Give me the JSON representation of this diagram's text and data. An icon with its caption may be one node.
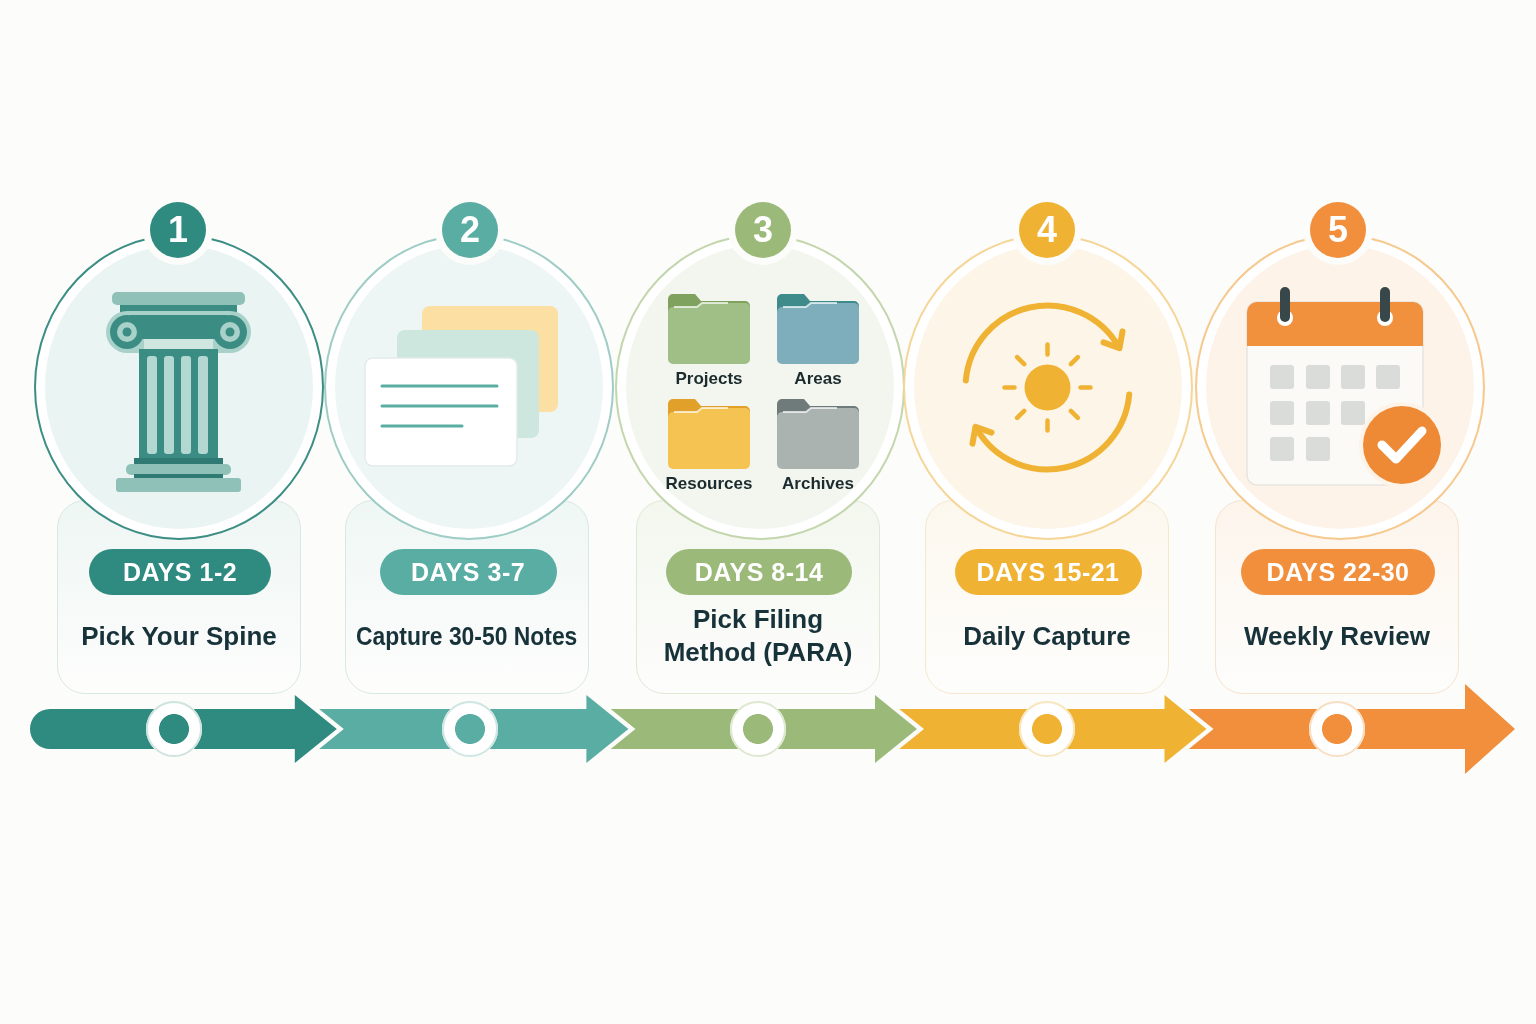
{
  "diagram": {
    "nodes": [
      {
        "text": [
          "1"
        ]
      },
      {
        "text": [],
        "shape": "picture"
      },
      {
        "text": [
          "Pick Your Spine"
        ]
      },
      {
        "text": [
          "DAYS 1-2"
        ],
        "in": 2
      },
      {
        "text": [],
        "shape": "circle"
      },
      {
        "text": [
          "2"
        ]
      },
      {
        "text": [],
        "shape": "picture"
      },
      {
        "text": [
          "Capture 30-50 Notes"
        ]
      },
      {
        "text": [
          "DAYS 3-7"
        ],
        "in": 7
      },
      {
        "text": [],
        "shape": "circle"
      },
      {
        "text": [
          "3"
        ]
      },
      {
        "text": [
          "Projects",
          "Areas",
          "Resources",
          "Archives"
        ]
      },
      {
        "text": [
          "Pick Filing Method (PARA)"
        ]
      },
      {
        "text": [
          "DAYS 8-14"
        ],
        "in": 12
      },
      {
        "text": [],
        "shape": "circle"
      },
      {
        "text": [
          "4"
        ]
      },
      {
        "text": [],
        "shape": "picture"
      },
      {
        "text": [
          "Daily Capture"
        ]
      },
      {
        "text": [
          "DAYS 15-21"
        ],
        "in": 17
      },
      {
        "text": [],
        "shape": "circle"
      },
      {
        "text": [
          "5"
        ]
      },
      {
        "text": [],
        "shape": "picture"
      },
      {
        "text": [
          "Weekly Review"
        ]
      },
      {
        "text": [
          "DAYS 22-30"
        ],
        "in": 22
      },
      {
        "text": [],
        "shape": "circle"
      }
    ],
    "edges": [
      {
        "from": null,
        "to": 4,
        "arrow": "none",
        "color": "#2f8a80"
      },
      {
        "from": 4,
        "to": 9,
        "arrow": "to",
        "color": "#2f8a80"
      },
      {
        "from": 9,
        "to": 14,
        "arrow": "to",
        "color": "#5aada2"
      },
      {
        "from": 14,
        "to": 19,
        "arrow": "to",
        "color": "#9bba7a"
      },
      {
        "from": 19,
        "to": 24,
        "arrow": "to",
        "color": "#f0b232"
      },
      {
        "from": 24,
        "to": null,
        "arrow": "to",
        "color": "#f18f3c"
      }
    ]
  }
}
